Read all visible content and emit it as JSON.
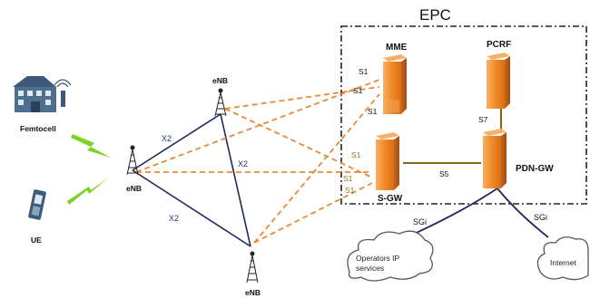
{
  "epc": {
    "title": "EPC"
  },
  "nodes": {
    "mme": "MME",
    "pcrf": "PCRF",
    "sgw": "S-GW",
    "pdngw": "PDN-GW",
    "femtocell": "Femtocell",
    "ue": "UE",
    "enb_top": "eNB",
    "enb_left": "eNB",
    "enb_bottom": "eNB"
  },
  "interfaces": {
    "x2_a": "X2",
    "x2_b": "X2",
    "x2_c": "X2",
    "s1_mme_1": "S1",
    "s1_mme_2": "S1",
    "s1_mme_3": "S1",
    "s1_sgw_1": "S1",
    "s1_sgw_2": "S1",
    "s1_sgw_3": "S1",
    "s5": "S5",
    "s7": "S7",
    "sgi_1": "SGi",
    "sgi_2": "SGi"
  },
  "clouds": {
    "operators": [
      "Operators IP",
      "services"
    ],
    "internet": "Internet"
  },
  "colors": {
    "server": "#f08a24",
    "server_dark": "#c8641a",
    "server_light": "#f7b06a",
    "x2_link": "#1f2a5c",
    "s1_link": "#e8893a",
    "s5_link": "#7a6a1a",
    "wireless": "#7dd321",
    "label_navy": "#1f3a78",
    "label_olive": "#8a7a12"
  }
}
